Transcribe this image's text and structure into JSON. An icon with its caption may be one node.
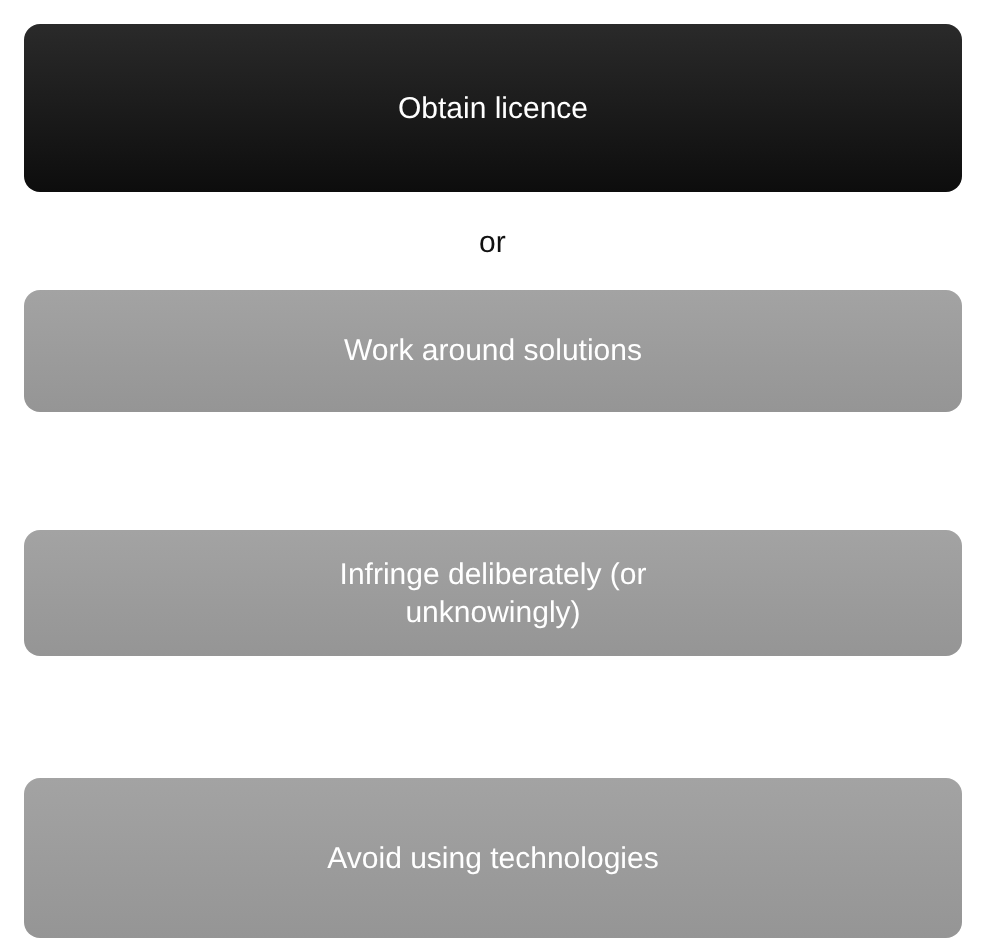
{
  "diagram": {
    "nodes": [
      {
        "text": [
          "Obtain licence"
        ]
      },
      {
        "text": [
          "Work around solutions"
        ]
      },
      {
        "text": [
          "Infringe deliberately (or unknowingly)"
        ]
      },
      {
        "text": [
          "Avoid using technologies"
        ]
      }
    ],
    "labels": [
      "or"
    ]
  }
}
